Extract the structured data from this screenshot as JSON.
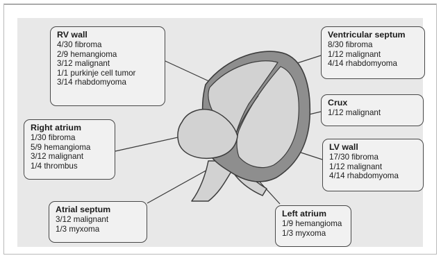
{
  "diagram": {
    "callouts": {
      "rv_wall": {
        "title": "RV wall",
        "items": [
          "4/30 fibroma",
          "2/9 hemangioma",
          "3/12 malignant",
          "1/1 purkinje cell tumor",
          "3/14 rhabdomyoma"
        ]
      },
      "ventricular_septum": {
        "title": "Ventricular septum",
        "items": [
          "8/30 fibroma",
          "1/12 malignant",
          "4/14 rhabdomyoma"
        ]
      },
      "crux": {
        "title": "Crux",
        "items": [
          "1/12 malignant"
        ]
      },
      "right_atrium": {
        "title": "Right atrium",
        "items": [
          "1/30 fibroma",
          "5/9 hemangioma",
          "3/12 malignant",
          "1/4 thrombus"
        ]
      },
      "lv_wall": {
        "title": "LV wall",
        "items": [
          "17/30 fibroma",
          "1/12 malignant",
          "4/14 rhabdomyoma"
        ]
      },
      "atrial_septum": {
        "title": "Atrial septum",
        "items": [
          "3/12 malignant",
          "1/3 myxoma"
        ]
      },
      "left_atrium": {
        "title": "Left atrium",
        "items": [
          "1/9 hemangioma",
          "1/3 myxoma"
        ]
      }
    },
    "colors": {
      "background": "#e8e8e8",
      "box_fill": "#f1f1f1",
      "box_border": "#474747",
      "heart_fill": "#d2d2d2",
      "myocardium_fill": "#8e8e8e",
      "outline": "#3c3c3c"
    }
  }
}
